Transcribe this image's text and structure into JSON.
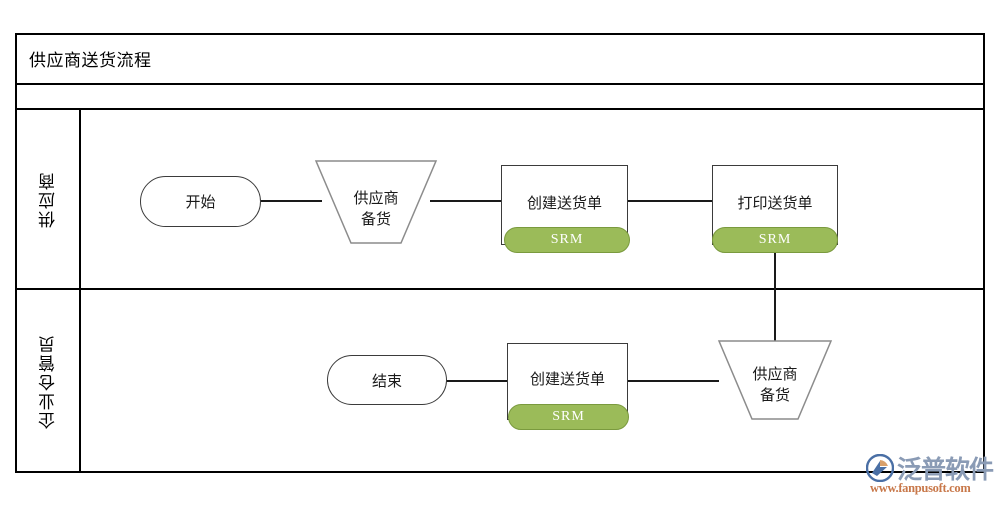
{
  "diagram": {
    "title": "供应商送货流程",
    "lanes": [
      {
        "id": "supplier",
        "label": "供应商"
      },
      {
        "id": "warehouse",
        "label": "企业仓管员"
      }
    ],
    "badge_text": "SRM",
    "colors": {
      "badge_fill": "#9bbb59",
      "badge_border": "#7a9a3e",
      "badge_text": "#ffffff",
      "node_border": "#3b3b3b",
      "frame": "#000000",
      "connector": "#1a1a1a",
      "watermark_brand": "#8a9bb5",
      "watermark_url": "#c8784a"
    },
    "nodes": {
      "start": {
        "label": "开始",
        "shape": "terminator"
      },
      "supplier_prepare_top": {
        "label_line1": "供应商",
        "label_line2": "备货",
        "shape": "trapezoid"
      },
      "create_delivery_top": {
        "label": "创建送货单",
        "shape": "task",
        "badge": "SRM"
      },
      "print_delivery": {
        "label": "打印送货单",
        "shape": "task",
        "badge": "SRM"
      },
      "supplier_prepare_bottom": {
        "label_line1": "供应商",
        "label_line2": "备货",
        "shape": "trapezoid"
      },
      "create_delivery_bottom": {
        "label": "创建送货单",
        "shape": "task",
        "badge": "SRM"
      },
      "end": {
        "label": "结束",
        "shape": "terminator"
      }
    }
  },
  "watermark": {
    "brand": "泛普软件",
    "url": "www.fanpusoft.com",
    "logo_icon": "fanpu-swoosh-logo"
  }
}
